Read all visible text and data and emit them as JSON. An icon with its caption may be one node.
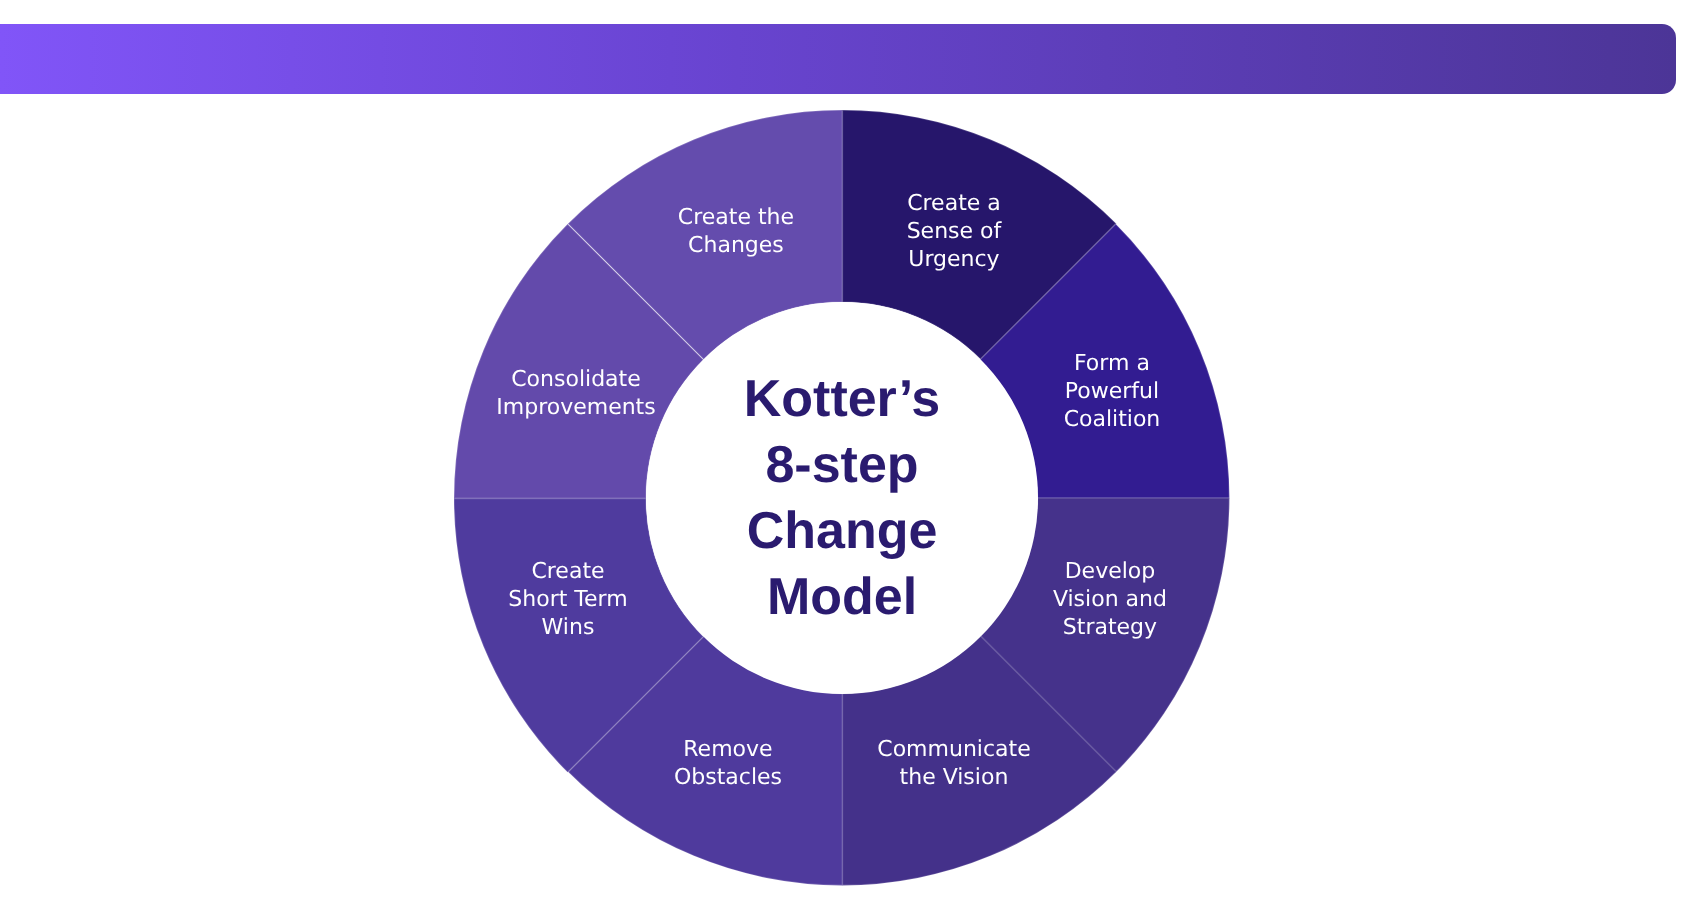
{
  "diagram": {
    "nodes": [
      {
        "text": [
          "Kotter’s 8-step Change Model"
        ]
      },
      {
        "text": [
          "Create a Sense of Urgency"
        ]
      },
      {
        "text": [
          "Form a Powerful Coalition"
        ]
      },
      {
        "text": [
          "Develop Vision and Strategy"
        ]
      },
      {
        "text": [
          "Communicate the Vision"
        ]
      },
      {
        "text": [
          "Remove Obstacles"
        ]
      },
      {
        "text": [
          "Create Short Term Wins"
        ]
      },
      {
        "text": [
          "Consolidate Improvements"
        ]
      },
      {
        "text": [
          "Create the Changes"
        ]
      }
    ]
  }
}
